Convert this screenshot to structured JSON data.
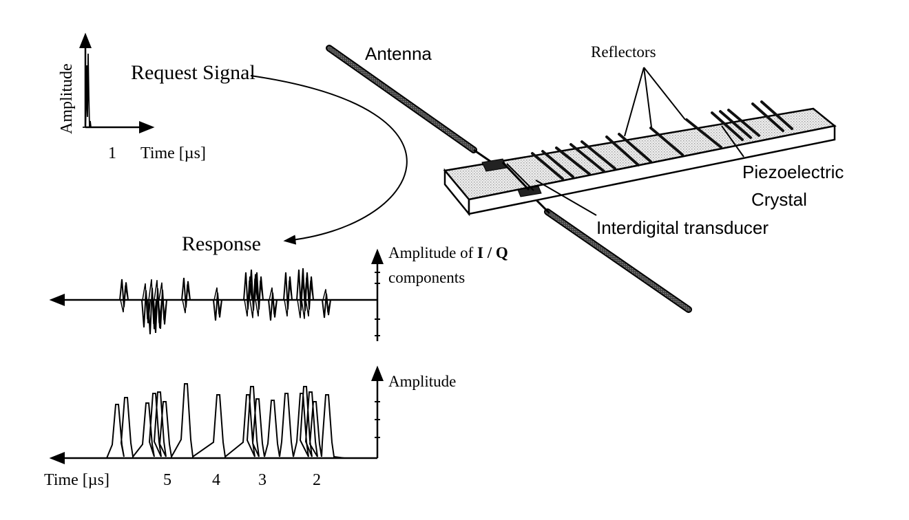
{
  "labels": {
    "antenna": "Antenna",
    "reflectors": "Reflectors",
    "crystal_line1": "Piezoelectric",
    "crystal_line2": "Crystal",
    "idt": "Interdigital  transducer",
    "request_signal": "Request Signal",
    "response": "Response"
  },
  "request_plot": {
    "ylabel": "Amplitude",
    "xlabel": "Time [µs]",
    "xtick": "1"
  },
  "iq_plot": {
    "ylabel_prefix": "Amplitude of ",
    "ylabel_bold": "I / Q",
    "ylabel_line2": "components"
  },
  "amplitude_plot": {
    "ylabel": "Amplitude",
    "xlabel": "Time [µs]",
    "xticks": [
      "5",
      "4",
      "3",
      "2"
    ]
  },
  "colors": {
    "ink": "#000000",
    "crystal_fill": "#e3e3e3",
    "antenna_fill": "#5a5a5a"
  }
}
